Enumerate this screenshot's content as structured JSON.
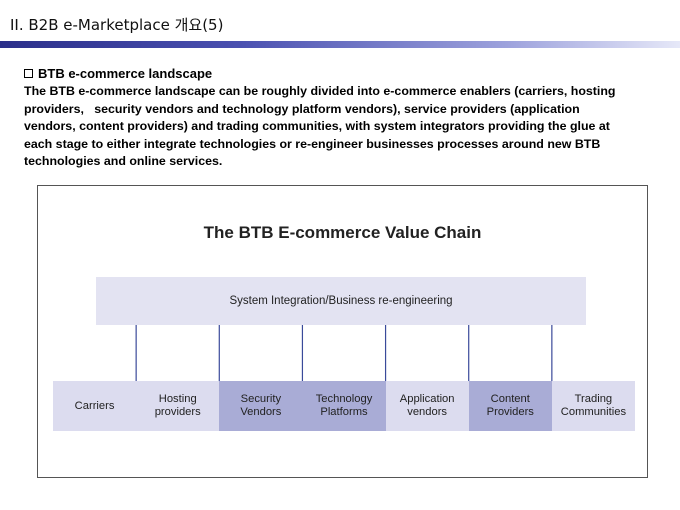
{
  "slide": {
    "title": "II. B2B e-Marketplace 개요(5)"
  },
  "section": {
    "heading": "BTB e-commerce landscape",
    "body_lines": [
      "The BTB e-commerce landscape can be roughly divided into e-commerce enablers (carriers, hosting",
      "providers,   security vendors and technology platform vendors), service providers (application",
      "vendors, content providers) and trading communities, with system integrators providing the glue at",
      "each stage to either integrate technologies or re-engineer businesses processes around new BTB",
      "technologies and online services."
    ]
  },
  "figure": {
    "title": "The BTB E-commerce Value Chain",
    "integration_label": "System Integration/Business re-engineering",
    "chain": [
      {
        "label": "Carriers",
        "shade": "light"
      },
      {
        "label": "Hosting providers",
        "shade": "light"
      },
      {
        "label": "Security Vendors",
        "shade": "dark"
      },
      {
        "label": "Technology Platforms",
        "shade": "dark"
      },
      {
        "label": "Application vendors",
        "shade": "light"
      },
      {
        "label": "Content Providers",
        "shade": "dark"
      },
      {
        "label": "Trading Communities",
        "shade": "light"
      }
    ],
    "colors": {
      "band": "#e3e3f2",
      "light_cell": "#dcdcef",
      "dark_cell": "#a9acd6",
      "arrow": "#3a4a9a"
    }
  }
}
